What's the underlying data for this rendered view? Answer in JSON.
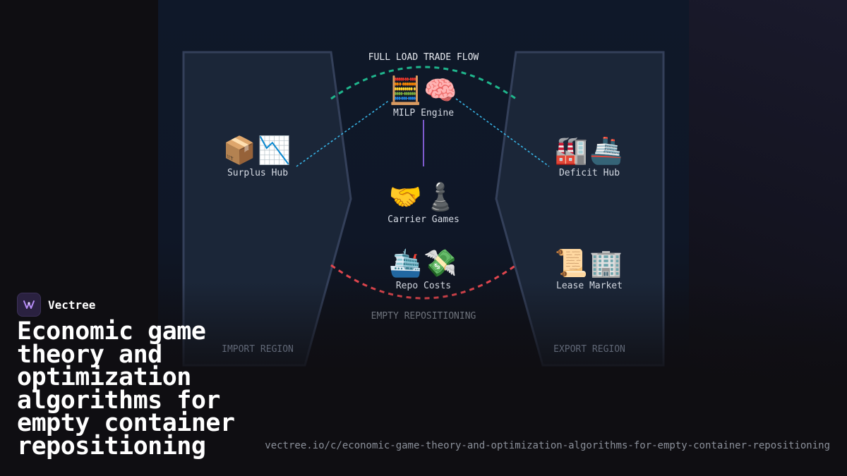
{
  "diagram": {
    "top_flow_label": "FULL LOAD TRADE FLOW",
    "bottom_flow_label": "EMPTY REPOSITIONING",
    "left_region_label": "IMPORT REGION",
    "right_region_label": "EXPORT REGION",
    "colors": {
      "top_arc": "#1fb58c",
      "bottom_arc": "#e0464e",
      "connector": "#38b6e8",
      "vertical_link": "#8a63e0",
      "region_fill": "#1b2638",
      "region_stroke": "#34405a"
    },
    "nodes": {
      "milp": {
        "emoji": "🧮🧠",
        "label": "MILP Engine"
      },
      "surplus": {
        "emoji": "📦📉",
        "label": "Surplus Hub"
      },
      "deficit": {
        "emoji": "🏭🚢",
        "label": "Deficit Hub"
      },
      "carrier": {
        "emoji": "🤝♟️",
        "label": "Carrier Games"
      },
      "repo": {
        "emoji": "🛳️💸",
        "label": "Repo Costs"
      },
      "lease": {
        "emoji": "📜🏢",
        "label": "Lease Market"
      }
    }
  },
  "brand": {
    "name": "Vectree",
    "logo_icon": "vectree-logo-icon"
  },
  "headline": "Economic game theory and optimization algorithms for empty container repositioning",
  "url": "vectree.io/c/economic-game-theory-and-optimization-algorithms-for-empty-container-repositioning"
}
